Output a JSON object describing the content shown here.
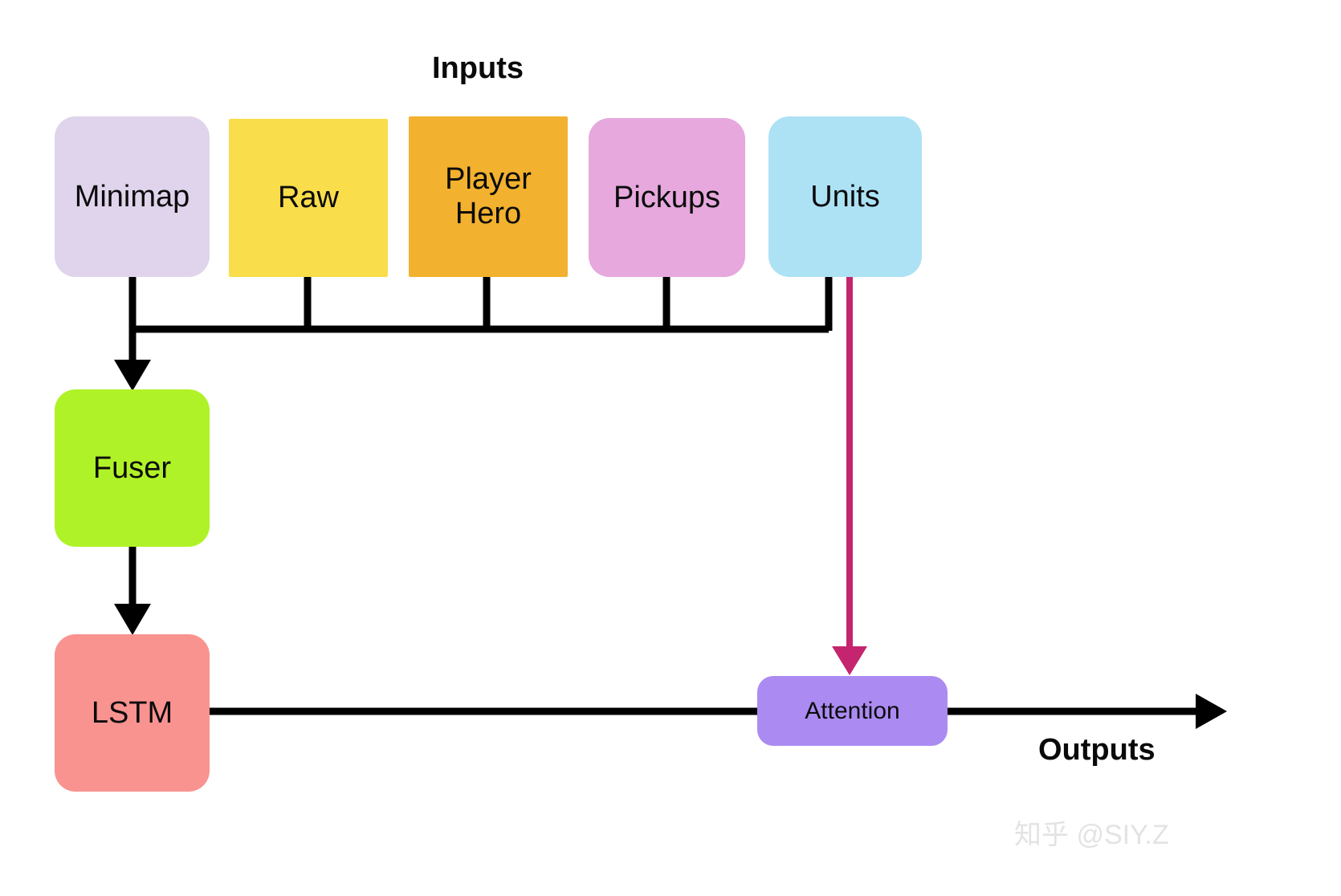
{
  "diagram": {
    "title_inputs": "Inputs",
    "title_outputs": "Outputs",
    "watermark": "知乎 @SIY.Z",
    "background": "#ffffff",
    "nodes": [
      {
        "id": "minimap",
        "label": "Minimap",
        "color": "#e0d4ec",
        "shape": "rounded-rect",
        "group": "input"
      },
      {
        "id": "raw",
        "label": "Raw",
        "color": "#f9dd4a",
        "shape": "rect",
        "group": "input"
      },
      {
        "id": "playerhero",
        "label": "Player\nHero",
        "color": "#f2b12e",
        "shape": "rect",
        "group": "input"
      },
      {
        "id": "pickups",
        "label": "Pickups",
        "color": "#e6a8dd",
        "shape": "rounded-rect",
        "group": "input"
      },
      {
        "id": "units",
        "label": "Units",
        "color": "#ade2f5",
        "shape": "rounded-rect",
        "group": "input"
      },
      {
        "id": "fuser",
        "label": "Fuser",
        "color": "#b0f228",
        "shape": "rounded-rect",
        "group": "process"
      },
      {
        "id": "lstm",
        "label": "LSTM",
        "color": "#f99390",
        "shape": "rounded-rect",
        "group": "process"
      },
      {
        "id": "attention",
        "label": "Attention",
        "color": "#ab8bf2",
        "shape": "rounded-rect",
        "group": "process"
      }
    ],
    "edges": [
      {
        "from": "minimap",
        "to": "fuser",
        "color": "#000000",
        "style": "bus-merge-arrow"
      },
      {
        "from": "raw",
        "to": "fuser",
        "color": "#000000",
        "style": "bus"
      },
      {
        "from": "playerhero",
        "to": "fuser",
        "color": "#000000",
        "style": "bus"
      },
      {
        "from": "pickups",
        "to": "fuser",
        "color": "#000000",
        "style": "bus"
      },
      {
        "from": "units",
        "to": "fuser",
        "color": "#000000",
        "style": "bus"
      },
      {
        "from": "units",
        "to": "attention",
        "color": "#c4256e",
        "style": "arrow"
      },
      {
        "from": "fuser",
        "to": "lstm",
        "color": "#000000",
        "style": "arrow"
      },
      {
        "from": "lstm",
        "to": "attention",
        "color": "#000000",
        "style": "line"
      },
      {
        "from": "attention",
        "to": "outputs",
        "color": "#000000",
        "style": "arrow"
      }
    ],
    "colors": {
      "wire_black": "#000000",
      "wire_crimson": "#c4256e",
      "text": "#0b0b0b",
      "watermark": "#e3e3e3"
    }
  }
}
